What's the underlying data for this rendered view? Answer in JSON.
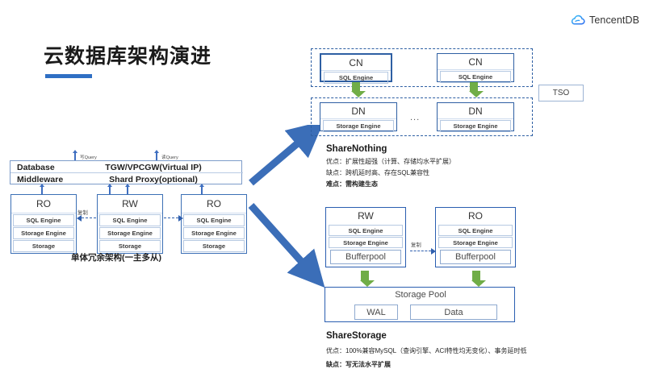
{
  "brand": {
    "name": "TencentDB",
    "logo_icon": "cloud-icon",
    "accent_color": "#2f6fc4",
    "logo_color": "#2f8ef4"
  },
  "slide": {
    "title": "云数据库架构演进",
    "accent_bar_color": "#2f6fc4"
  },
  "left_diagram": {
    "caption": "单体冗余架构(一主多从)",
    "query_labels": {
      "write": "写Query",
      "read": "读Query"
    },
    "middleware": {
      "rows": [
        {
          "key": "Database",
          "value": "TGW/VPCGW(Virtual IP)"
        },
        {
          "key": "Middleware",
          "value": "Shard Proxy(optional)"
        }
      ]
    },
    "replication_label": "复制",
    "nodes": [
      {
        "title": "RO",
        "rows": [
          "SQL Engine",
          "Storage Engine",
          "Storage"
        ]
      },
      {
        "title": "RW",
        "rows": [
          "SQL Engine",
          "Storage Engine",
          "Storage"
        ]
      },
      {
        "title": "RO",
        "rows": [
          "SQL Engine",
          "Storage Engine",
          "Storage"
        ]
      }
    ]
  },
  "share_nothing": {
    "heading": "ShareNothing",
    "lines": [
      {
        "text": "优点：扩展性超强（计算、存储均水平扩展）",
        "bold": false
      },
      {
        "text": "缺点：跨机延时高、存在SQL兼容性",
        "bold": false
      },
      {
        "text": "难点：需构建生态",
        "bold": true
      }
    ],
    "cn_nodes": [
      {
        "title": "CN",
        "row": "SQL Engine"
      },
      {
        "title": "CN",
        "row": "SQL Engine"
      }
    ],
    "dn_nodes": [
      {
        "title": "DN",
        "row": "Storage Engine"
      },
      {
        "title": "DN",
        "row": "Storage Engine"
      }
    ],
    "ellipsis": "...",
    "tso_label": "TSO",
    "arrow_color": "#70ad47"
  },
  "share_storage": {
    "heading": "ShareStorage",
    "lines": [
      {
        "text": "优点：100%兼容MySQL（查询引擎、ACI特性均无变化）、事务延时低",
        "bold": false
      },
      {
        "text": "缺点：写无法水平扩展",
        "bold": true
      }
    ],
    "replication_label": "复制",
    "nodes": [
      {
        "title": "RW",
        "rows": [
          "SQL Engine",
          "Storage Engine"
        ],
        "bufferpool": "Bufferpool"
      },
      {
        "title": "RO",
        "rows": [
          "SQL Engine",
          "Storage Engine"
        ],
        "bufferpool": "Bufferpool"
      }
    ],
    "storage_pool": {
      "title": "Storage Pool",
      "cells": [
        "WAL",
        "Data"
      ]
    },
    "arrow_color": "#70ad47"
  }
}
